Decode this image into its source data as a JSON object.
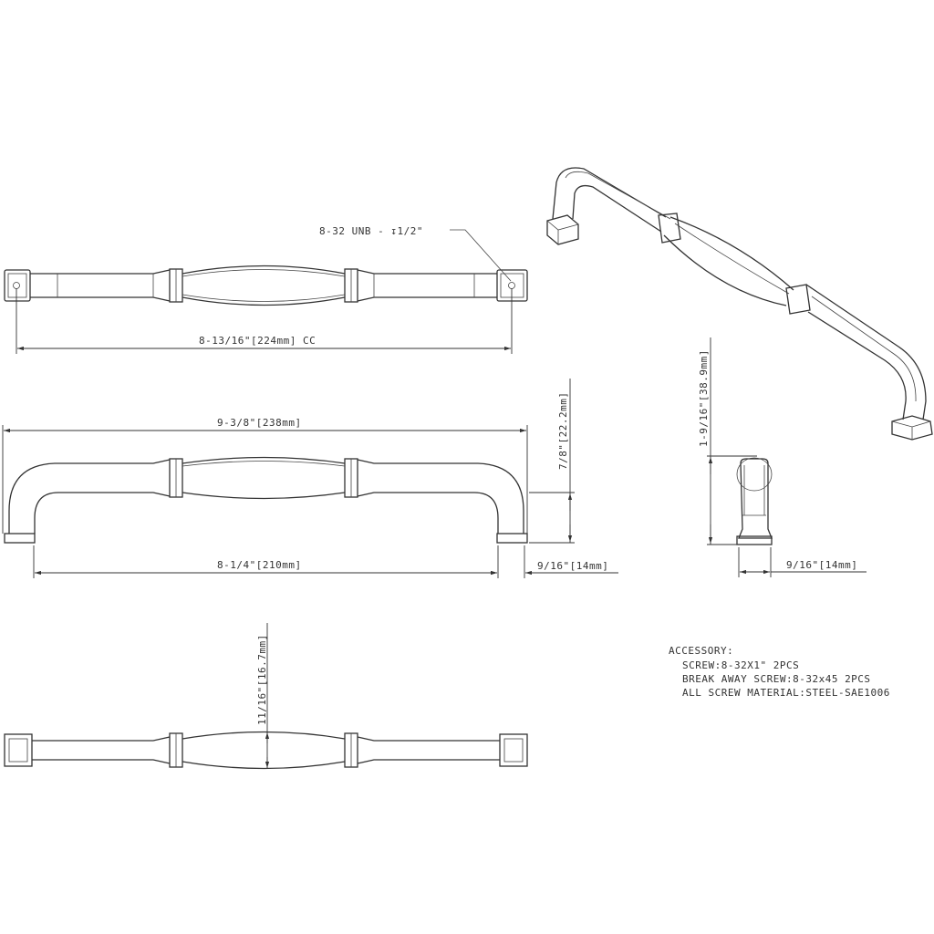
{
  "title": "Cabinet pull technical drawing",
  "callout": {
    "thread": "8-32 UNB - ↧1/2\""
  },
  "dimensions": {
    "center_to_center": "8-13/16\"[224mm] CC",
    "overall_length": "9-3/8\"[238mm]",
    "projection": "7/8\"[22.2mm]",
    "inner_length": "8-1/4\"[210mm]",
    "foot_width_front": "9/16\"[14mm]",
    "height_side": "1-9/16\"[38.9mm]",
    "foot_width_side": "9/16\"[14mm]",
    "grip_width": "11/16\"[16.7mm]"
  },
  "accessory": {
    "heading": "ACCESSORY:",
    "lines": [
      "SCREW:8-32X1\" 2PCS",
      "BREAK AWAY SCREW:8-32x45 2PCS",
      "ALL SCREW MATERIAL:STEEL-SAE1006"
    ]
  }
}
